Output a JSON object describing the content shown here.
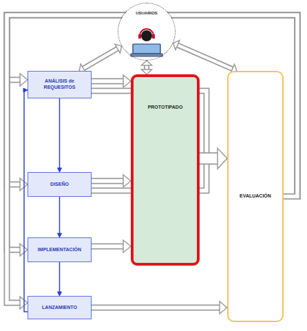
{
  "diagram": {
    "nodes": [
      {
        "text": [
          "USUARIOS"
        ]
      },
      {
        "text": [
          "ANÁLISIS de REQUESITOS"
        ]
      },
      {
        "text": [
          "DISEÑO"
        ]
      },
      {
        "text": [
          "IMPLEMENTACIÓN"
        ]
      },
      {
        "text": [
          "LANZAMIENTO"
        ]
      },
      {
        "text": [
          "PROTOTIPADO"
        ]
      },
      {
        "text": [
          "EVALUACIÓN"
        ]
      }
    ],
    "edges": [
      {
        "from": 0,
        "to": 1,
        "arrow": "both"
      },
      {
        "from": 0,
        "to": 5,
        "arrow": "both"
      },
      {
        "from": 0,
        "to": 6,
        "arrow": "both"
      },
      {
        "from": 1,
        "to": 2,
        "arrow": "to"
      },
      {
        "from": 2,
        "to": 3,
        "arrow": "to"
      },
      {
        "from": 3,
        "to": 4,
        "arrow": "to"
      },
      {
        "from": 4,
        "to": 1,
        "arrow": "to"
      },
      {
        "from": 1,
        "to": 5,
        "arrow": "to"
      },
      {
        "from": 2,
        "to": 5,
        "arrow": "to"
      },
      {
        "from": 3,
        "to": 5,
        "arrow": "to"
      },
      {
        "from": 1,
        "to": 6,
        "arrow": "to"
      },
      {
        "from": 2,
        "to": 6,
        "arrow": "to"
      },
      {
        "from": 5,
        "to": 6,
        "arrow": "to"
      },
      {
        "from": 4,
        "to": 6,
        "arrow": "to"
      },
      {
        "from": 6,
        "to": 1,
        "arrow": "to"
      },
      {
        "from": 6,
        "to": 2,
        "arrow": "to"
      },
      {
        "from": 6,
        "to": 3,
        "arrow": "to"
      },
      {
        "from": 6,
        "to": 4,
        "arrow": "to"
      }
    ]
  }
}
